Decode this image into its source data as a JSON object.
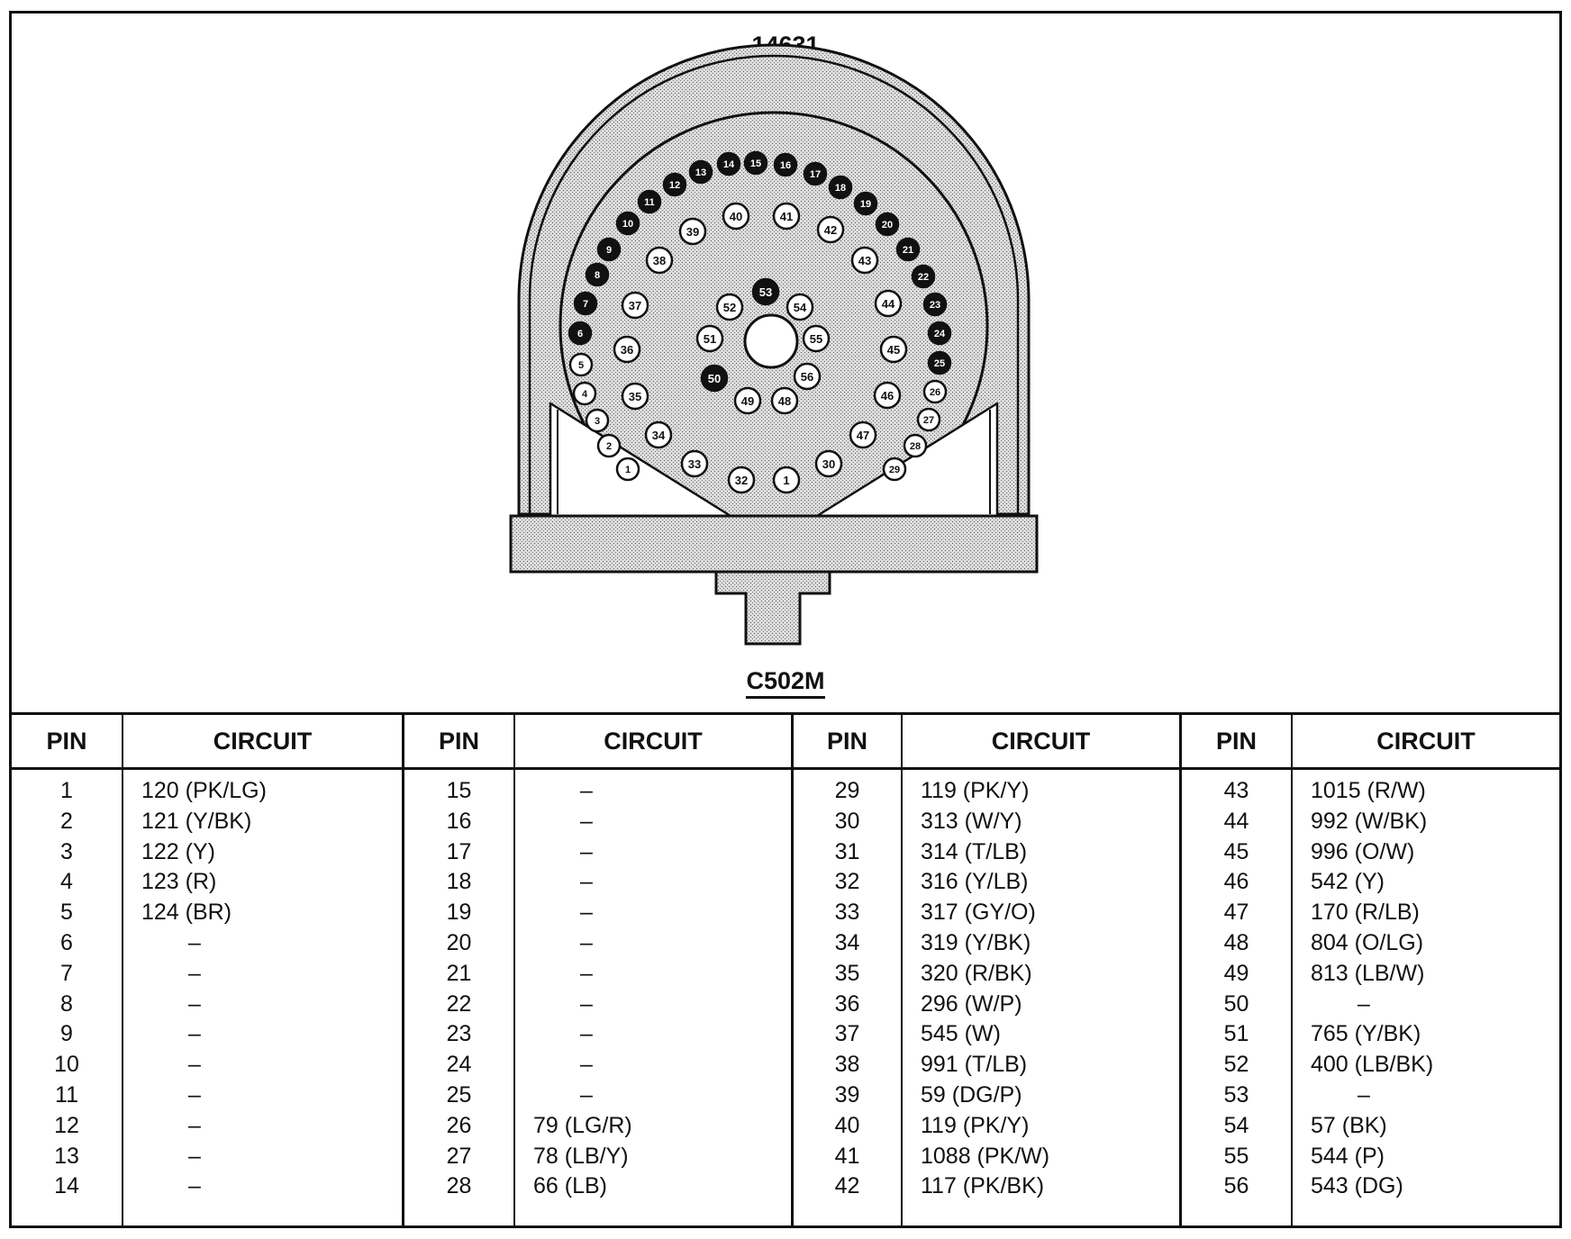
{
  "part_number": "14631",
  "connector_name": "C502M",
  "table": {
    "pin_header": "PIN",
    "circuit_header": "CIRCUIT",
    "columns": [
      {
        "pins": [
          "1",
          "2",
          "3",
          "4",
          "5",
          "6",
          "7",
          "8",
          "9",
          "10",
          "11",
          "12",
          "13",
          "14"
        ],
        "circuits": [
          "120 (PK/LG)",
          "121 (Y/BK)",
          "122 (Y)",
          "123  (R)",
          "124 (BR)",
          "–",
          "–",
          "–",
          "–",
          "–",
          "–",
          "–",
          "–",
          "–"
        ]
      },
      {
        "pins": [
          "15",
          "16",
          "17",
          "18",
          "19",
          "20",
          "21",
          "22",
          "23",
          "24",
          "25",
          "26",
          "27",
          "28"
        ],
        "circuits": [
          "–",
          "–",
          "–",
          "–",
          "–",
          "–",
          "–",
          "–",
          "–",
          "–",
          "–",
          "79 (LG/R)",
          "78 (LB/Y)",
          "66 (LB)"
        ]
      },
      {
        "pins": [
          "29",
          "30",
          "31",
          "32",
          "33",
          "34",
          "35",
          "36",
          "37",
          "38",
          "39",
          "40",
          "41",
          "42"
        ],
        "circuits": [
          "119 (PK/Y)",
          "313 (W/Y)",
          "314 (T/LB)",
          "316 (Y/LB)",
          "317 (GY/O)",
          "319 (Y/BK)",
          "320 (R/BK)",
          "296 (W/P)",
          "545 (W)",
          "991 (T/LB)",
          "59 (DG/P)",
          "119 (PK/Y)",
          "1088 (PK/W)",
          "117 (PK/BK)"
        ]
      },
      {
        "pins": [
          "43",
          "44",
          "45",
          "46",
          "47",
          "48",
          "49",
          "50",
          "51",
          "52",
          "53",
          "54",
          "55",
          "56"
        ],
        "circuits": [
          "1015 (R/W)",
          "992 (W/BK)",
          "996 (O/W)",
          "542 (Y)",
          "170 (R/LB)",
          "804 (O/LG)",
          "813 (LB/W)",
          "–",
          "765 (Y/BK)",
          "400 (LB/BK)",
          "–",
          "57 (BK)",
          "544 (P)",
          "543 (DG)"
        ]
      }
    ]
  },
  "connector_pins": [
    {
      "label": "1",
      "filled": false
    },
    {
      "label": "2",
      "filled": false
    },
    {
      "label": "3",
      "filled": false
    },
    {
      "label": "4",
      "filled": false
    },
    {
      "label": "5",
      "filled": false
    },
    {
      "label": "6",
      "filled": true
    },
    {
      "label": "7",
      "filled": true
    },
    {
      "label": "8",
      "filled": true
    },
    {
      "label": "9",
      "filled": true
    },
    {
      "label": "10",
      "filled": true
    },
    {
      "label": "11",
      "filled": true
    },
    {
      "label": "12",
      "filled": true
    },
    {
      "label": "13",
      "filled": true
    },
    {
      "label": "14",
      "filled": true
    },
    {
      "label": "15",
      "filled": true
    },
    {
      "label": "16",
      "filled": true
    },
    {
      "label": "17",
      "filled": true
    },
    {
      "label": "18",
      "filled": true
    },
    {
      "label": "19",
      "filled": true
    },
    {
      "label": "20",
      "filled": true
    },
    {
      "label": "21",
      "filled": true
    },
    {
      "label": "22",
      "filled": true
    },
    {
      "label": "23",
      "filled": true
    },
    {
      "label": "24",
      "filled": true
    },
    {
      "label": "25",
      "filled": true
    },
    {
      "label": "26",
      "filled": false
    },
    {
      "label": "27",
      "filled": false
    },
    {
      "label": "28",
      "filled": false
    },
    {
      "label": "29",
      "filled": false
    },
    {
      "label": "30",
      "filled": false
    },
    {
      "label": "1",
      "filled": false
    },
    {
      "label": "32",
      "filled": false
    },
    {
      "label": "33",
      "filled": false
    },
    {
      "label": "34",
      "filled": false
    },
    {
      "label": "35",
      "filled": false
    },
    {
      "label": "36",
      "filled": false
    },
    {
      "label": "37",
      "filled": false
    },
    {
      "label": "38",
      "filled": false
    },
    {
      "label": "39",
      "filled": false
    },
    {
      "label": "40",
      "filled": false
    },
    {
      "label": "41",
      "filled": false
    },
    {
      "label": "42",
      "filled": false
    },
    {
      "label": "43",
      "filled": false
    },
    {
      "label": "44",
      "filled": false
    },
    {
      "label": "45",
      "filled": false
    },
    {
      "label": "46",
      "filled": false
    },
    {
      "label": "47",
      "filled": false
    },
    {
      "label": "48",
      "filled": false
    },
    {
      "label": "49",
      "filled": false
    },
    {
      "label": "50",
      "filled": true
    },
    {
      "label": "51",
      "filled": false
    },
    {
      "label": "52",
      "filled": false
    },
    {
      "label": "53",
      "filled": true
    },
    {
      "label": "54",
      "filled": false
    },
    {
      "label": "55",
      "filled": false
    },
    {
      "label": "56",
      "filled": false
    }
  ]
}
